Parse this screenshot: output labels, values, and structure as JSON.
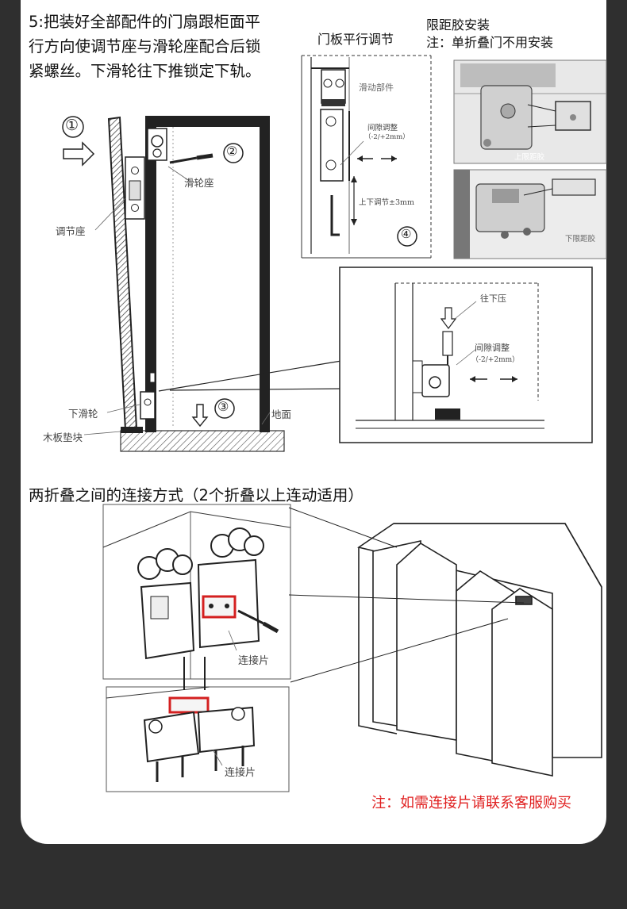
{
  "step5": {
    "line1": "5:把装好全部配件的门扇跟柜面平",
    "line2": "行方向使调节座与滑轮座配合后锁",
    "line3": "紧螺丝。下滑轮往下推锁定下轨。"
  },
  "left_diagram": {
    "num1": "①",
    "num2": "②",
    "num3": "③",
    "pulley_seat": "滑轮座",
    "adjust_seat": "调节座",
    "lower_pulley": "下滑轮",
    "wood_block": "木板垫块",
    "ground": "地面"
  },
  "parallel": {
    "title": "门板平行调节",
    "sliding_part": "滑动部件",
    "gap_adjust": "间隙调整",
    "gap_range": "（-2/+2mm）",
    "vertical_adjust": "上下调节±3mm",
    "num4": "④"
  },
  "limit": {
    "title": "限距胶安装",
    "note": "注：单折叠门不用安装",
    "upper": "上限距胶",
    "lower": "下限距胶"
  },
  "zoom": {
    "press_down": "往下压",
    "gap_adjust": "间隙调整",
    "gap_range": "（-2/+2mm）"
  },
  "connect": {
    "title": "两折叠之间的连接方式（2个折叠以上连动适用）",
    "plate_label_top": "连接片",
    "plate_label_bottom": "连接片",
    "note": "注：如需连接片请联系客服购买"
  },
  "colors": {
    "background": "#2f2f2f",
    "card": "#ffffff",
    "note_red": "#e02020",
    "highlight_red": "#d42020"
  }
}
